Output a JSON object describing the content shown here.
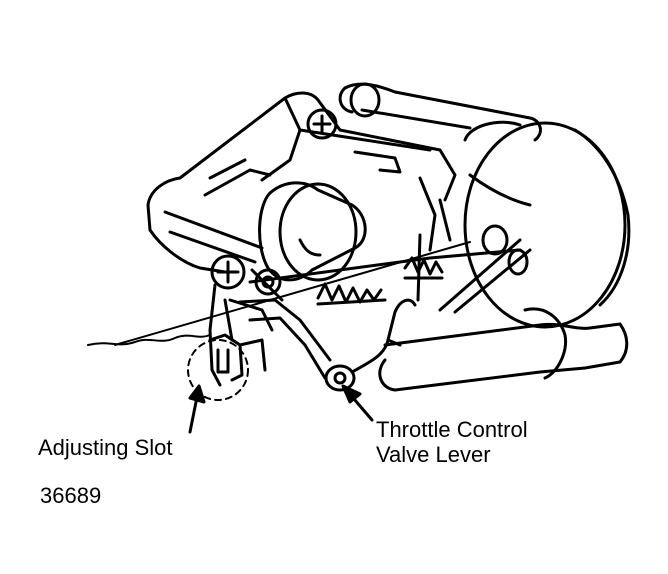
{
  "labels": {
    "adjusting_slot": "Adjusting Slot",
    "throttle_control_line1": "Throttle Control",
    "throttle_control_line2": "Valve Lever",
    "figure_number": "36689"
  }
}
